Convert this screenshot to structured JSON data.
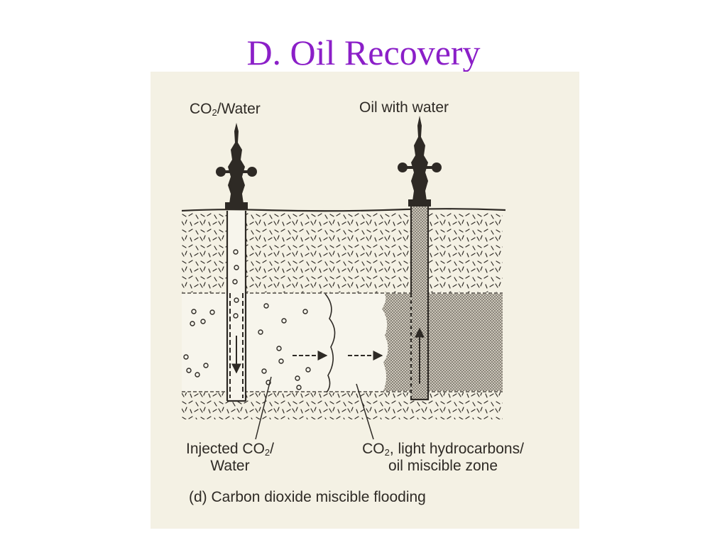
{
  "slide": {
    "title": "D.  Oil Recovery",
    "title_color": "#8b1fc8"
  },
  "figure": {
    "labels": {
      "injection_well_prefix": "CO",
      "injection_well_sub": "2",
      "injection_well_suffix": "/Water",
      "production_well": "Oil with water",
      "injected_line1_prefix": "Injected CO",
      "injected_line1_sub": "2",
      "injected_line1_suffix": "/",
      "injected_line2": "Water",
      "miscible_line1_prefix": "CO",
      "miscible_line1_sub": "2",
      "miscible_line1_suffix": ", light hydrocarbons/",
      "miscible_line2": "oil miscible zone",
      "caption": "(d) Carbon dioxide miscible flooding"
    },
    "colors": {
      "paper": "#f4f1e4",
      "ink": "#2e2a25",
      "oil_zone": "#bdb7ab"
    },
    "icons": [
      "wellhead-icon",
      "flow-arrow-icon",
      "bubble-icon"
    ]
  }
}
